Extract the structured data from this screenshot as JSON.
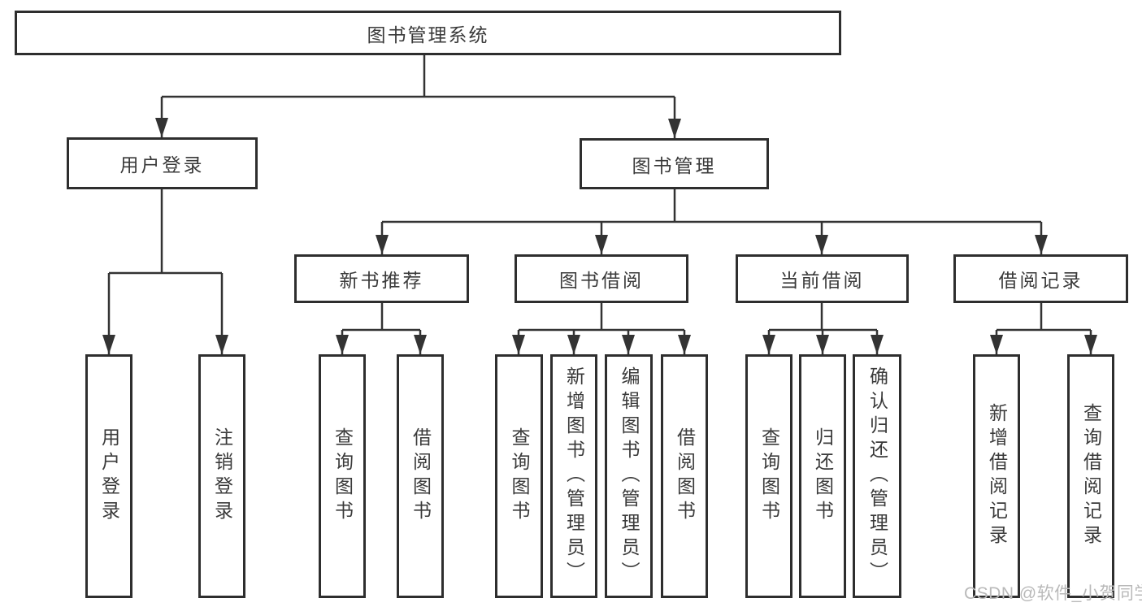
{
  "diagram": {
    "root": {
      "label": "图书管理系统"
    },
    "branches": [
      {
        "label": "用户登录",
        "children": [
          {
            "label": "用户登录"
          },
          {
            "label": "注销登录"
          }
        ]
      },
      {
        "label": "图书管理",
        "children": [
          {
            "label": "新书推荐",
            "children": [
              {
                "label": "查询图书"
              },
              {
                "label": "借阅图书"
              }
            ]
          },
          {
            "label": "图书借阅",
            "children": [
              {
                "label": "查询图书"
              },
              {
                "label": "新增图书（管理员）"
              },
              {
                "label": "编辑图书（管理员）"
              },
              {
                "label": "借阅图书"
              }
            ]
          },
          {
            "label": "当前借阅",
            "children": [
              {
                "label": "查询图书"
              },
              {
                "label": "归还图书"
              },
              {
                "label": "确认归还（管理员）"
              }
            ]
          },
          {
            "label": "借阅记录",
            "children": [
              {
                "label": "新增借阅记录"
              },
              {
                "label": "查询借阅记录"
              }
            ]
          }
        ]
      }
    ],
    "watermark": "CSDN @软件_小贺同学",
    "colors": {
      "line": "#333333",
      "box_border": "#2e2e2e",
      "text": "#3a3a3a",
      "watermark": "#b9b9b9",
      "background": "#ffffff"
    }
  }
}
